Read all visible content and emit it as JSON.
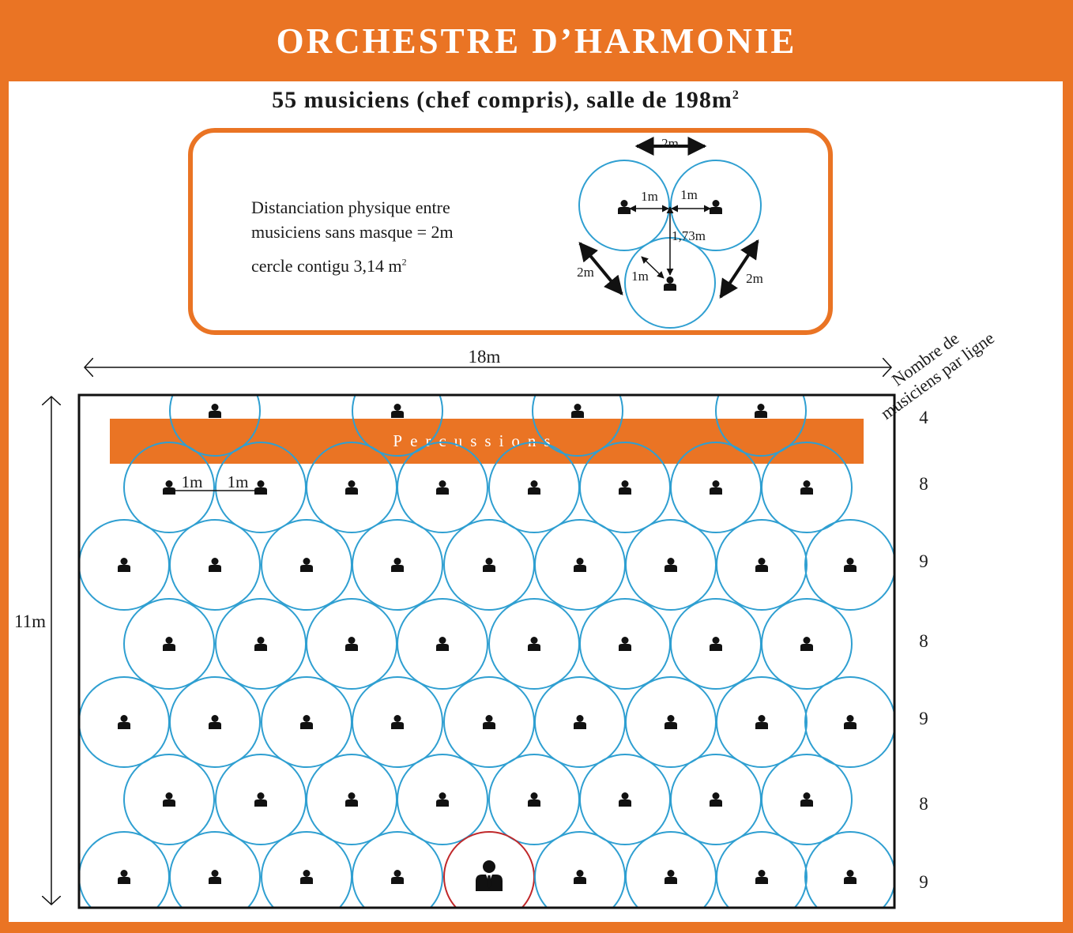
{
  "header": {
    "title": "ORCHESTRE D’HARMONIE",
    "subtitle": "55 musiciens (chef compris), salle de 198m",
    "subtitle_sup": "2"
  },
  "info_box": {
    "line1": "Distanciation physique entre",
    "line2": "musiciens sans masque = 2m",
    "line3": "cercle contigu 3,14 m",
    "line3_sup": "2",
    "diagram_labels": {
      "top": "2m",
      "left_1m": "1m",
      "right_1m": "1m",
      "height": "1,73m",
      "inner_1m": "1m",
      "left_2m": "2m",
      "right_2m": "2m"
    }
  },
  "dimensions": {
    "width_label": "18m",
    "height_label": "11m",
    "row_count_header": [
      "Nombre de",
      "musiciens par ligne"
    ]
  },
  "stage": {
    "percussions_label": "Percussions",
    "spacing_labels": [
      "1m",
      "1m"
    ],
    "rows": [
      {
        "count": "4",
        "musicians": 4
      },
      {
        "count": "8",
        "musicians": 8
      },
      {
        "count": "9",
        "musicians": 9
      },
      {
        "count": "8",
        "musicians": 8
      },
      {
        "count": "9",
        "musicians": 9
      },
      {
        "count": "8",
        "musicians": 8
      },
      {
        "count": "9",
        "musicians": 9
      }
    ],
    "conductor_position": {
      "row": 7,
      "seat": 5
    }
  },
  "colors": {
    "accent": "#ea7424",
    "circle": "#2f9fd1",
    "conductor_circle": "#c0282a",
    "text": "#1a1a1a"
  }
}
